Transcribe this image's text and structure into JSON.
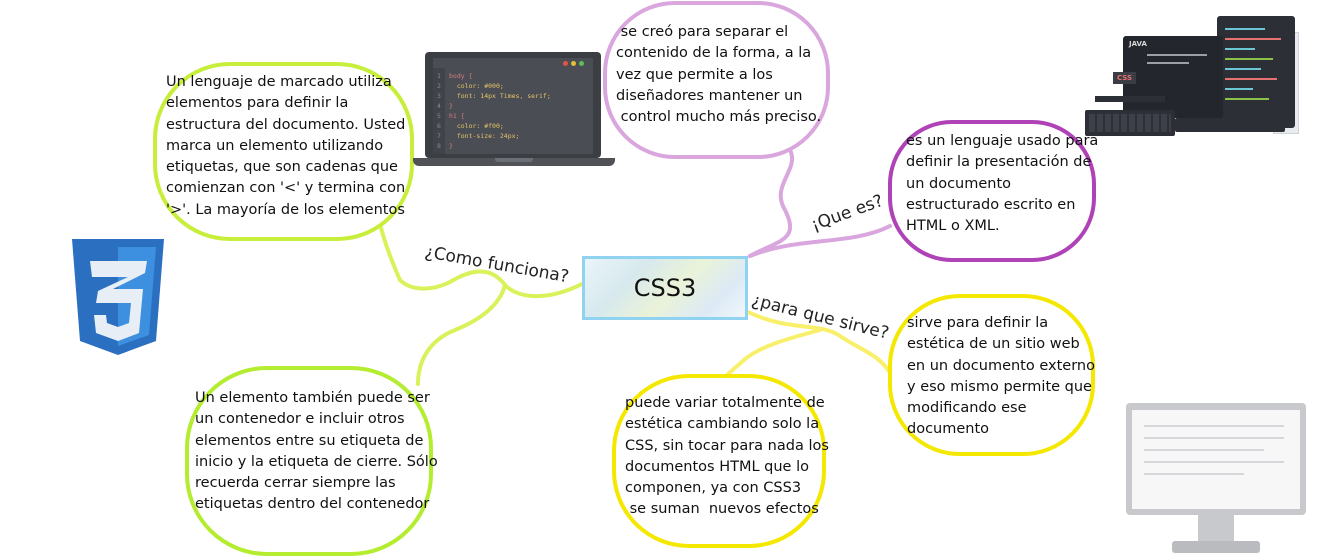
{
  "central": {
    "label": "CSS3"
  },
  "branches": {
    "como": "¿Como funciona?",
    "que": "¡Que es?",
    "para": "¿para que sirve?"
  },
  "bubbles": {
    "marcado": {
      "lines": [
        "Un lenguaje de marcado utiliza",
        "elementos para definir la",
        "estructura del documento. Usted",
        "marca un elemento utilizando",
        "etiquetas, que son cadenas que",
        "comienzan con '<' y termina con",
        "'>'.  La mayoría de los elementos"
      ],
      "color": "#c8ee3c"
    },
    "contenedor": {
      "lines": [
        "Un elemento también puede ser",
        "un contenedor e incluir otros",
        "elementos entre su etiqueta de",
        "inicio y la etiqueta de cierre. Sólo",
        "recuerda cerrar siempre las",
        "etiquetas dentro del contenedor"
      ],
      "color": "#b4ec30"
    },
    "separar": {
      "lines": [
        " se creó para separar el",
        "contenido de la forma, a la",
        "vez que permite a los",
        "diseñadores mantener un",
        " control mucho más preciso."
      ],
      "color": "#d9a6dd"
    },
    "lenguaje": {
      "lines": [
        "es un lenguaje usado para",
        "definir la presentación de",
        "un documento",
        "estructurado escrito en",
        "HTML o XML."
      ],
      "color": "#b042b8"
    },
    "estetica": {
      "lines": [
        "sirve para definir la",
        "estética de un sitio web",
        "en un documento externo",
        "y eso mismo permite que",
        "modificando ese",
        "documento"
      ],
      "color": "#f5e800"
    },
    "variar": {
      "lines": [
        "puede variar totalmente de",
        "estética cambiando solo la",
        "CSS, sin tocar para nada los",
        "documentos HTML  que lo",
        "componen, ya con CSS3",
        " se suman  nuevos efectos"
      ],
      "color": "#f5e800"
    }
  },
  "laptop_code": [
    "body {",
    "  color: #000;",
    "  font: 14px Times, serif;",
    "}",
    "h1 {",
    "  color: #f00;",
    "  font-size: 24px;",
    "}"
  ],
  "line_numbers": [
    "1",
    "2",
    "3",
    "4",
    "5",
    "6",
    "7",
    "8"
  ],
  "laptop_right_badges": {
    "java": "JAVA",
    "css": "CSS"
  },
  "logo_numeral": "3"
}
